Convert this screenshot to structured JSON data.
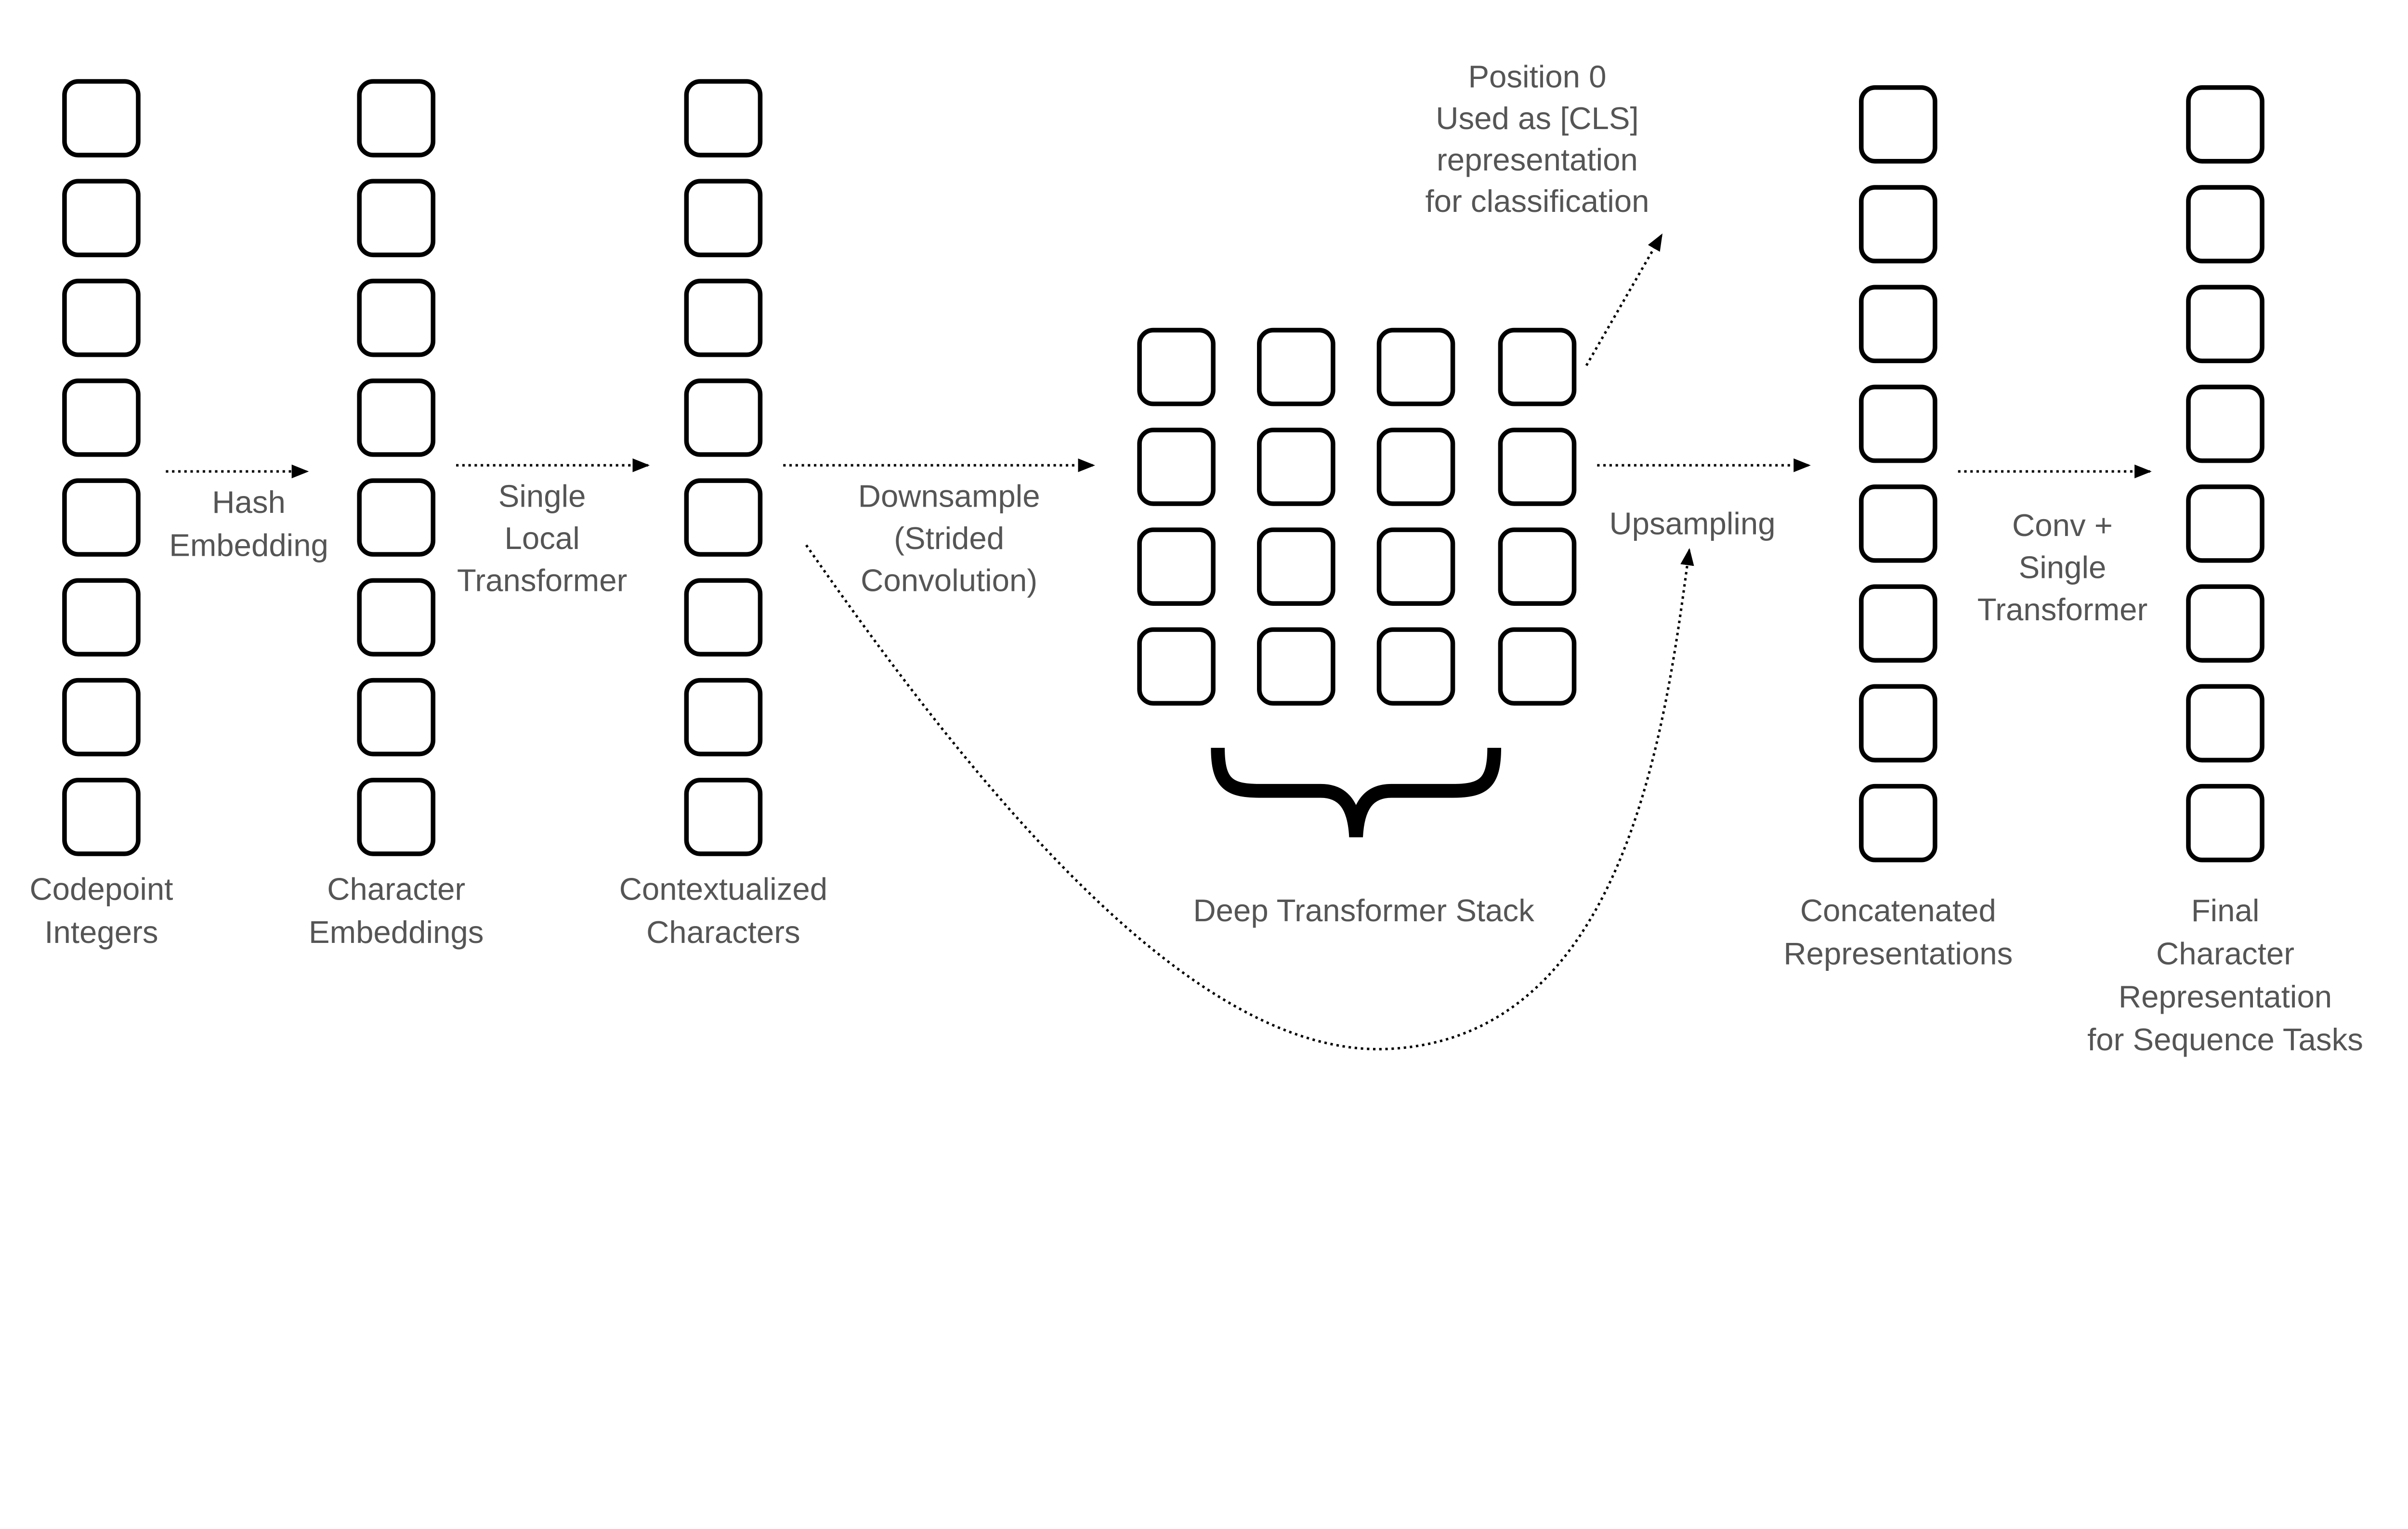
{
  "labels": {
    "codepoint": [
      "Codepoint",
      "Integers"
    ],
    "char_emb": [
      "Character",
      "Embeddings"
    ],
    "contextual": [
      "Contextualized",
      "Characters"
    ],
    "concatenated": [
      "Concatenated",
      "Representations"
    ],
    "final": [
      "Final",
      "Character",
      "Representation",
      "for Sequence Tasks"
    ],
    "deep_stack": "Deep Transformer Stack",
    "cls": [
      "Position 0",
      "Used as [CLS]",
      "representation",
      "for classification"
    ]
  },
  "arrows": {
    "hash": [
      "Hash",
      "Embedding"
    ],
    "local": [
      "Single",
      "Local",
      "Transformer"
    ],
    "downsample": [
      "Downsample",
      "(Strided",
      "Convolution)"
    ],
    "upsampling": [
      "Upsampling"
    ],
    "conv": [
      "Conv +",
      "Single",
      "Transformer"
    ]
  },
  "colors": {
    "text": "#555555",
    "stroke": "#000000"
  }
}
